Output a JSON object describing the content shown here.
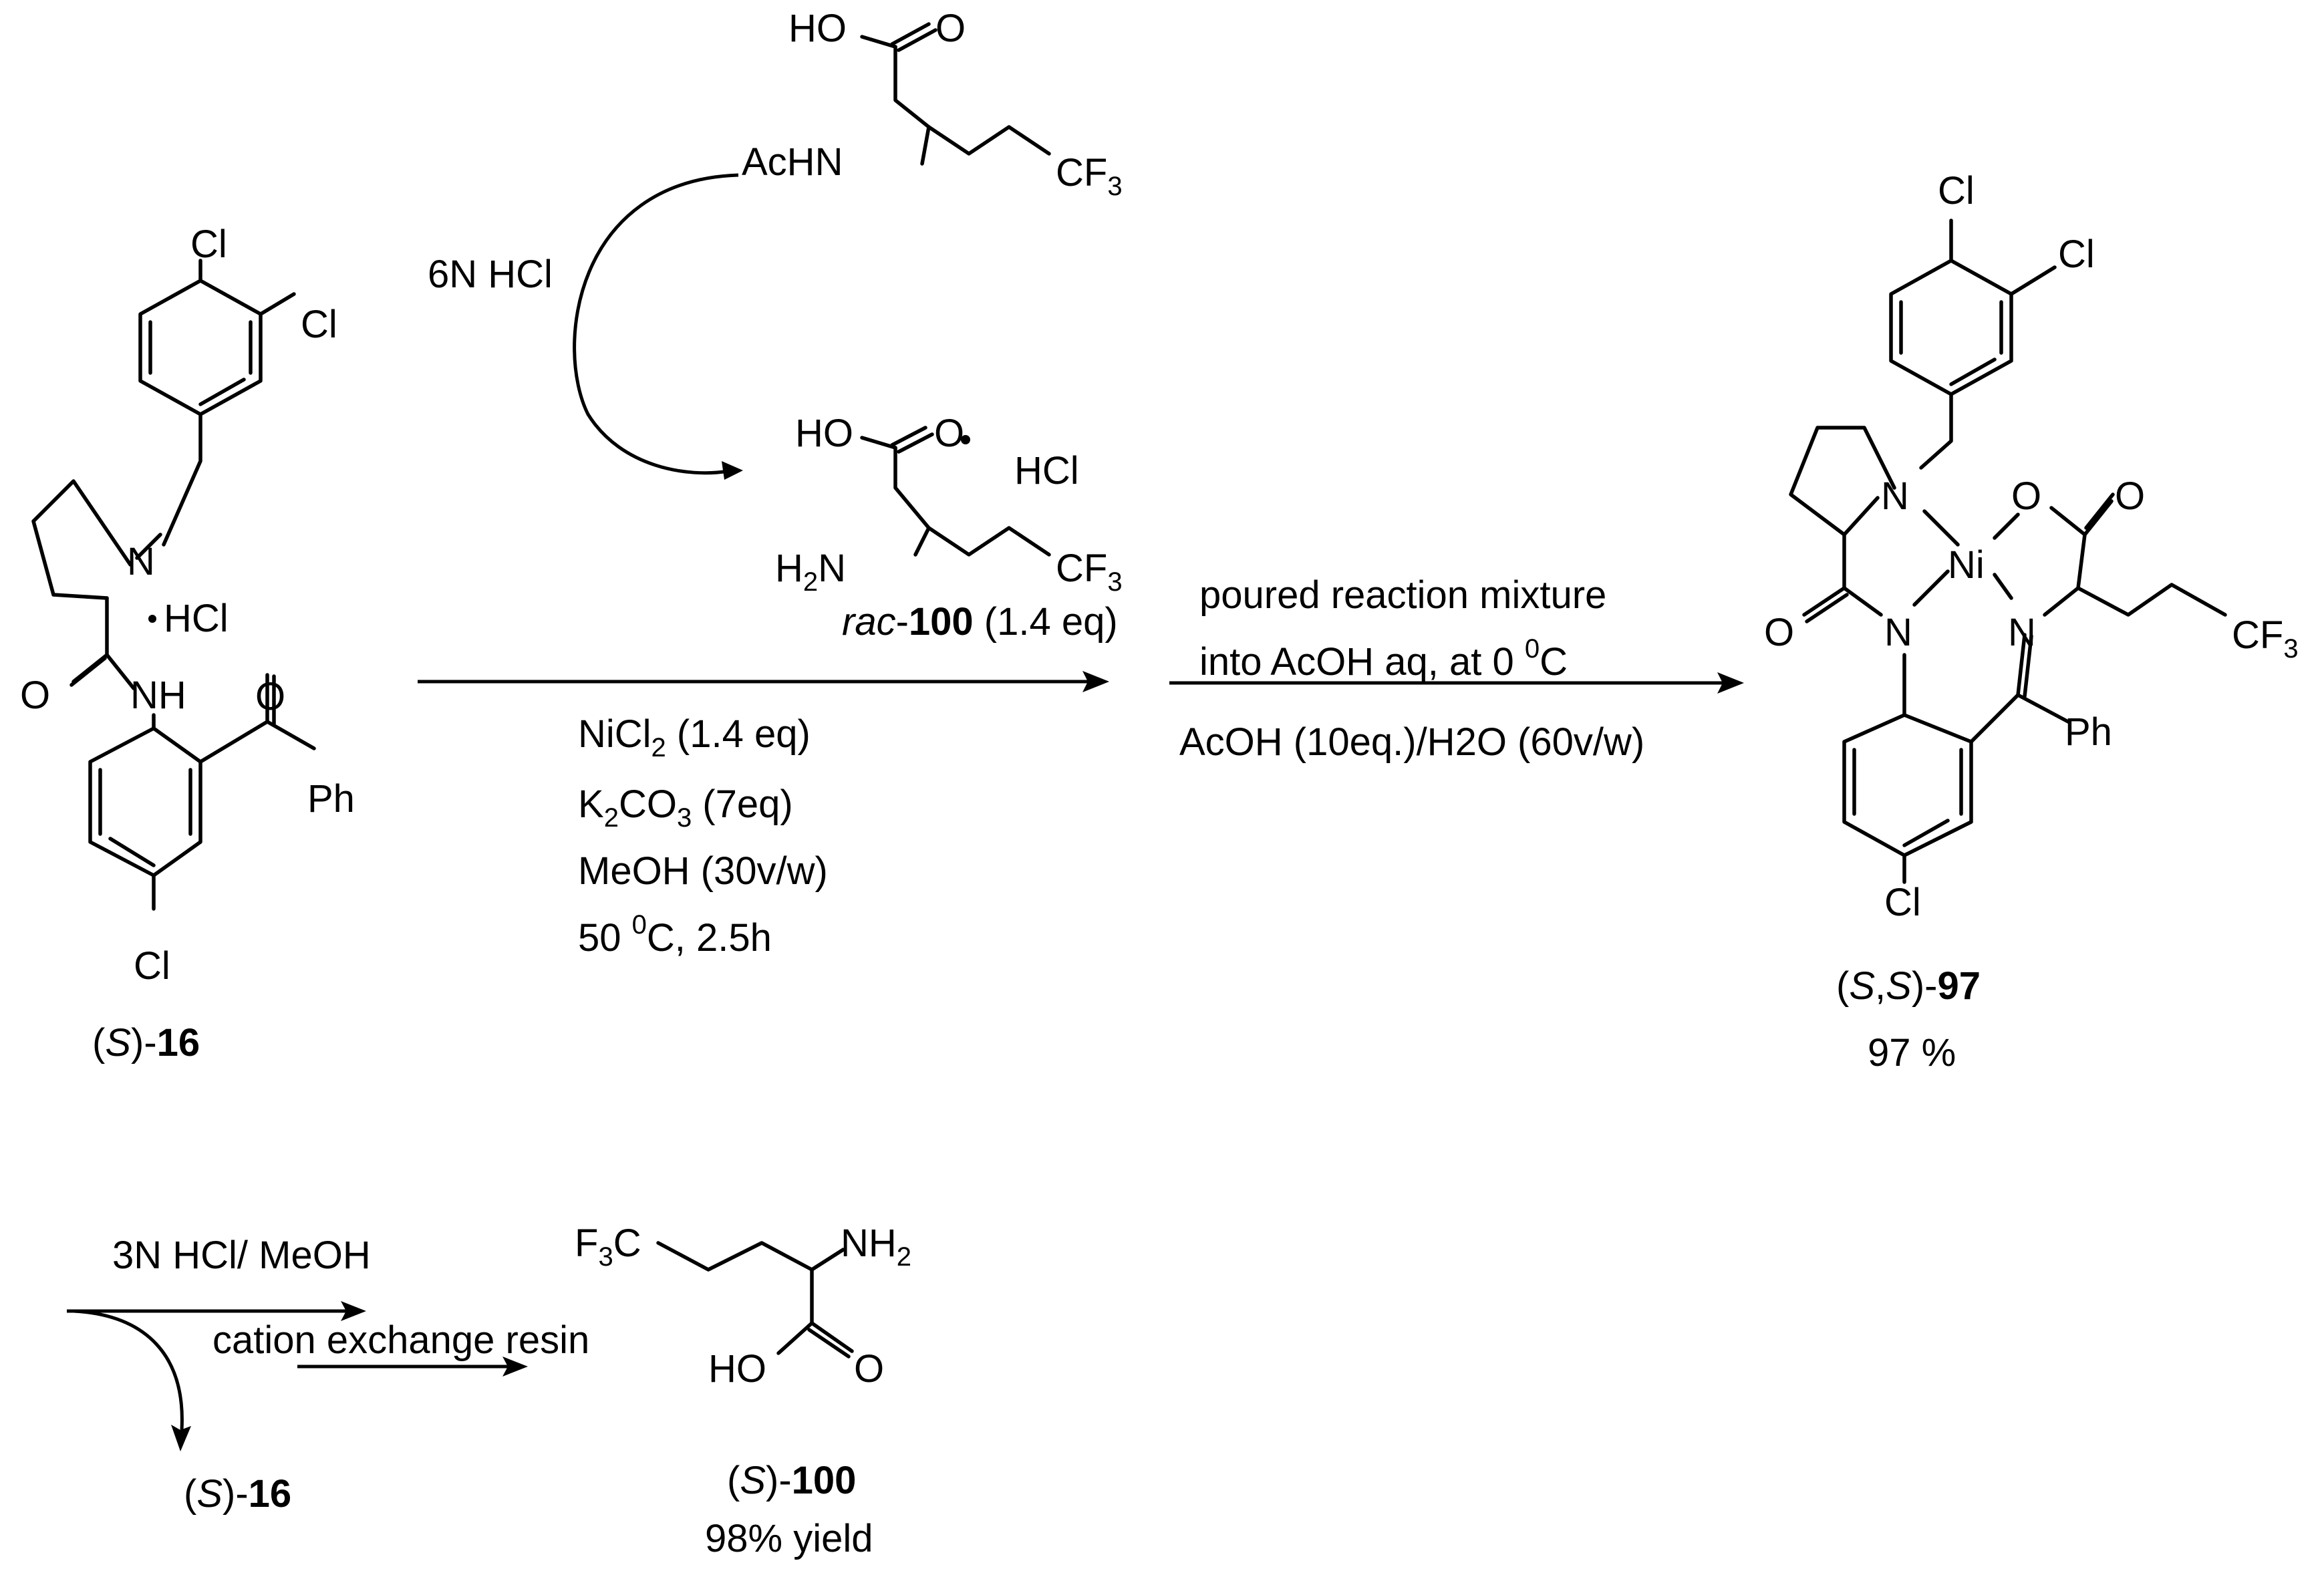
{
  "hydrolysis": {
    "reagent": "6N HCl",
    "start_material": {
      "ho": "HO",
      "o": "O",
      "achn": "AcHN",
      "cf3": "CF",
      "cf3_sub": "3"
    },
    "product_salt": {
      "ho": "HO",
      "o": "O",
      "hcl": "HCl",
      "h2n": "H",
      "h2n_sub": "2",
      "h2n_n": "N",
      "cf3": "CF",
      "cf3_sub": "3"
    }
  },
  "compound_s16": {
    "cl_top": "Cl",
    "cl_meta": "Cl",
    "n": "N",
    "hcl": "HCl",
    "o": "O",
    "nh": "NH",
    "o_ketone": "O",
    "ph": "Ph",
    "cl_bottom": "Cl",
    "label_open": "(",
    "label_s": "S",
    "label_close": ")-",
    "label_num": "16"
  },
  "step1": {
    "above": {
      "prefix": "rac",
      "dash": "-",
      "num": "100",
      "eq": " (1.4 eq)"
    },
    "line1": {
      "a": "NiCl",
      "sub": "2",
      "b": " (1.4 eq)"
    },
    "line2": {
      "a": "K",
      "sub1": "2",
      "b": "CO",
      "sub2": "3",
      "c": " (7eq)"
    },
    "line3": "MeOH (30v/w)",
    "line4": {
      "a": "50 ",
      "sup": "0",
      "b": "C, 2.5h"
    }
  },
  "step2": {
    "line1": "poured reaction mixture",
    "line2": {
      "a": "into AcOH aq, at 0 ",
      "sup": "0",
      "b": "C"
    },
    "line3": "AcOH (10eq.)/H2O (60v/w)"
  },
  "compound_ss97": {
    "cl_top": "Cl",
    "cl_meta": "Cl",
    "n_pyr": "N",
    "ni": "Ni",
    "o_carboxyl": "O",
    "o_carbonyl": "O",
    "o_amide": "O",
    "n_amide": "N",
    "n_imine": "N",
    "cf3": "CF",
    "cf3_sub": "3",
    "ph": "Ph",
    "cl_bottom": "Cl",
    "label_open": "(",
    "label_s1": "S",
    "label_comma": ",",
    "label_s2": "S",
    "label_close": ")-",
    "label_num": "97",
    "yield": "97 %"
  },
  "step3": {
    "line1": "3N HCl/ MeOH",
    "line2": "cation exchange resin",
    "recovered": {
      "open": "(",
      "s": "S",
      "close": ")-",
      "num": "16"
    }
  },
  "compound_s100": {
    "f3c_a": "F",
    "f3c_sub": "3",
    "f3c_b": "C",
    "nh2": "NH",
    "nh2_sub": "2",
    "ho": "HO",
    "o": "O",
    "label_open": "(",
    "label_s": "S",
    "label_close": ")-",
    "label_num": "100",
    "yield": "98% yield"
  }
}
